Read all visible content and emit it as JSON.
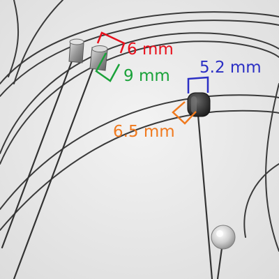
{
  "annotations": [
    {
      "key": "m6",
      "text": "6 mm",
      "color": "#e8101c"
    },
    {
      "key": "m9",
      "text": "9 mm",
      "color": "#1aa23a"
    },
    {
      "key": "m52",
      "text": "5.2 mm",
      "color": "#2b2fc4"
    },
    {
      "key": "m65",
      "text": "6.5 mm",
      "color": "#f07a1f"
    }
  ],
  "colors": {
    "background": "#ececec",
    "cable": "#3a3a3a",
    "ferrule": "#a9a9a9",
    "barrel_end": "#2f2f2f",
    "ball_end": "#cfcfcf"
  }
}
